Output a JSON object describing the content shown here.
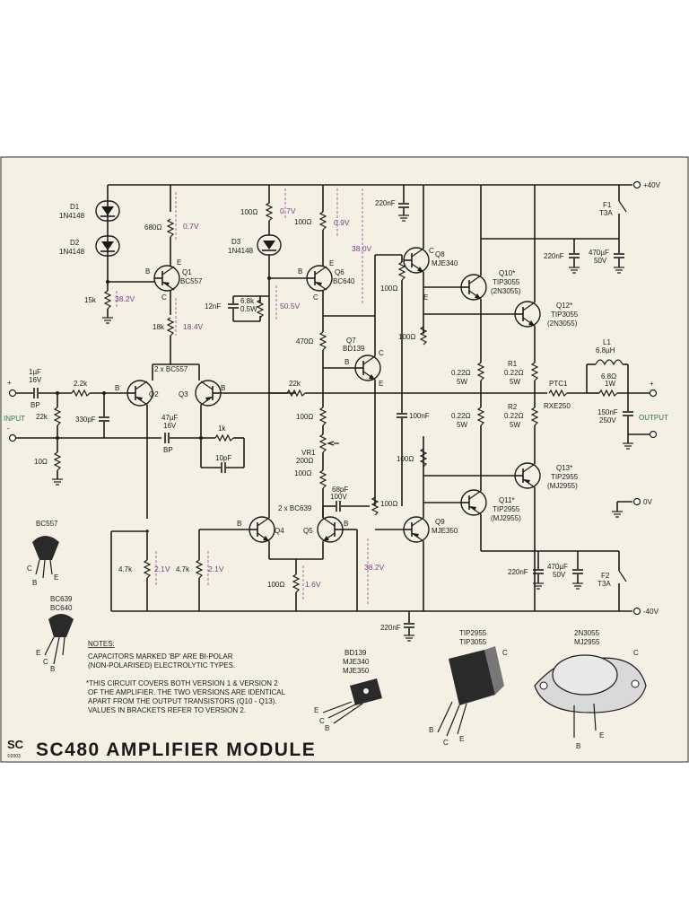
{
  "title": "SC480 AMPLIFIER MODULE",
  "logo": "SC",
  "copyright": "©2003",
  "rails": {
    "pos": "+40V",
    "neg": "-40V",
    "zero": "0V"
  },
  "io": {
    "input": "INPUT",
    "output": "OUTPUT"
  },
  "transistors": {
    "q1": {
      "ref": "Q1",
      "type": "BC557"
    },
    "q23": {
      "refs": [
        "Q2",
        "Q3"
      ],
      "type": "2 x BC557"
    },
    "q45": {
      "refs": [
        "Q4",
        "Q5"
      ],
      "type": "2 x BC639"
    },
    "q6": {
      "ref": "Q6",
      "type": "BC640"
    },
    "q7": {
      "ref": "Q7",
      "type": "BD139"
    },
    "q8": {
      "ref": "Q8",
      "type": "MJE340"
    },
    "q9": {
      "ref": "Q9",
      "type": "MJE350"
    },
    "q10": {
      "ref": "Q10*",
      "type": "TIP3055",
      "alt": "(2N3055)"
    },
    "q11": {
      "ref": "Q11*",
      "type": "TIP2955",
      "alt": "(MJ2955)"
    },
    "q12": {
      "ref": "Q12*",
      "type": "TIP3055",
      "alt": "(2N3055)"
    },
    "q13": {
      "ref": "Q13*",
      "type": "TIP2955",
      "alt": "(MJ2955)"
    }
  },
  "diodes": [
    {
      "ref": "D1",
      "type": "1N4148"
    },
    {
      "ref": "D2",
      "type": "1N4148"
    },
    {
      "ref": "D3",
      "type": "1N4148"
    }
  ],
  "resistors": {
    "r680": "680Ω",
    "r15k": "15k",
    "r18k": "18k",
    "r100a": "100Ω",
    "r68k": "6.8k",
    "r68kw": "0.5W",
    "r100b": "100Ω",
    "r470": "470Ω",
    "r100q8": "100Ω",
    "r100c": "100Ω",
    "r22k_in": "2.2k",
    "r22k_bias": "22k",
    "r10": "10Ω",
    "r22k_fb": "22k",
    "r1k": "1k",
    "r100d": "100Ω",
    "r100e": "100Ω",
    "r100f": "100Ω",
    "r47k_a": "4.7k",
    "r47k_b": "4.7k",
    "r100g": "100Ω",
    "r022_a": "0.22Ω",
    "r022_a_w": "5W",
    "r022_b": "0.22Ω",
    "r022_b_w": "5W",
    "r1": "R1",
    "r1v": "0.22Ω",
    "r1w": "5W",
    "r2": "R2",
    "r2v": "0.22Ω",
    "r2w": "5W",
    "r68": "6.8Ω",
    "r68w": "1W",
    "vr1": "VR1",
    "vr1v": "200Ω"
  },
  "capacitors": {
    "c_in": "1µF",
    "c_in_v": "16V",
    "c_in_bp": "BP",
    "c330": "330pF",
    "c47": "47µF",
    "c47v": "16V",
    "c47bp": "BP",
    "c10p": "10pF",
    "c12n": "12nF",
    "c68p": "68pF",
    "c68v": "100V",
    "c100n": "100nF",
    "c150n": "150nF",
    "c150v": "250V",
    "c220a": "220nF",
    "c220b": "220nF",
    "c220c": "220nF",
    "c220d": "220nF",
    "c470a": "470µF",
    "c470av": "50V",
    "c470b": "470µF",
    "c470bv": "50V"
  },
  "misc": {
    "l1": "L1",
    "l1v": "6.8µH",
    "ptc": "PTC1",
    "ptcv": "RXE250",
    "f1": "F1",
    "f1v": "T3A",
    "f2": "F2",
    "f2v": "T3A"
  },
  "voltages": [
    "0.7V",
    "0.7V",
    "0.9V",
    "38.2V",
    "18.4V",
    "50.5V",
    "38.0V",
    "2.1V",
    "2.1V",
    "1.6V",
    "38.2V"
  ],
  "pins": {
    "b": "B",
    "c": "C",
    "e": "E"
  },
  "packages": [
    {
      "names": [
        "BC557"
      ]
    },
    {
      "names": [
        "BC639",
        "BC640"
      ]
    },
    {
      "names": [
        "BD139",
        "MJE340",
        "MJE350"
      ]
    },
    {
      "names": [
        "TIP2955",
        "TIP3055"
      ]
    },
    {
      "names": [
        "2N3055",
        "MJ2955"
      ]
    }
  ],
  "notes": {
    "heading": "NOTES:",
    "lines": [
      "CAPACITORS MARKED 'BP' ARE BI-POLAR",
      "(NON-POLARISED) ELECTROLYTIC TYPES.",
      "*THIS CIRCUIT COVERS BOTH VERSION 1 & VERSION 2",
      "OF THE AMPLIFIER. THE TWO VERSIONS ARE IDENTICAL",
      "APART FROM THE OUTPUT TRANSISTORS (Q10 - Q13).",
      "VALUES IN BRACKETS REFER TO VERSION 2."
    ]
  }
}
